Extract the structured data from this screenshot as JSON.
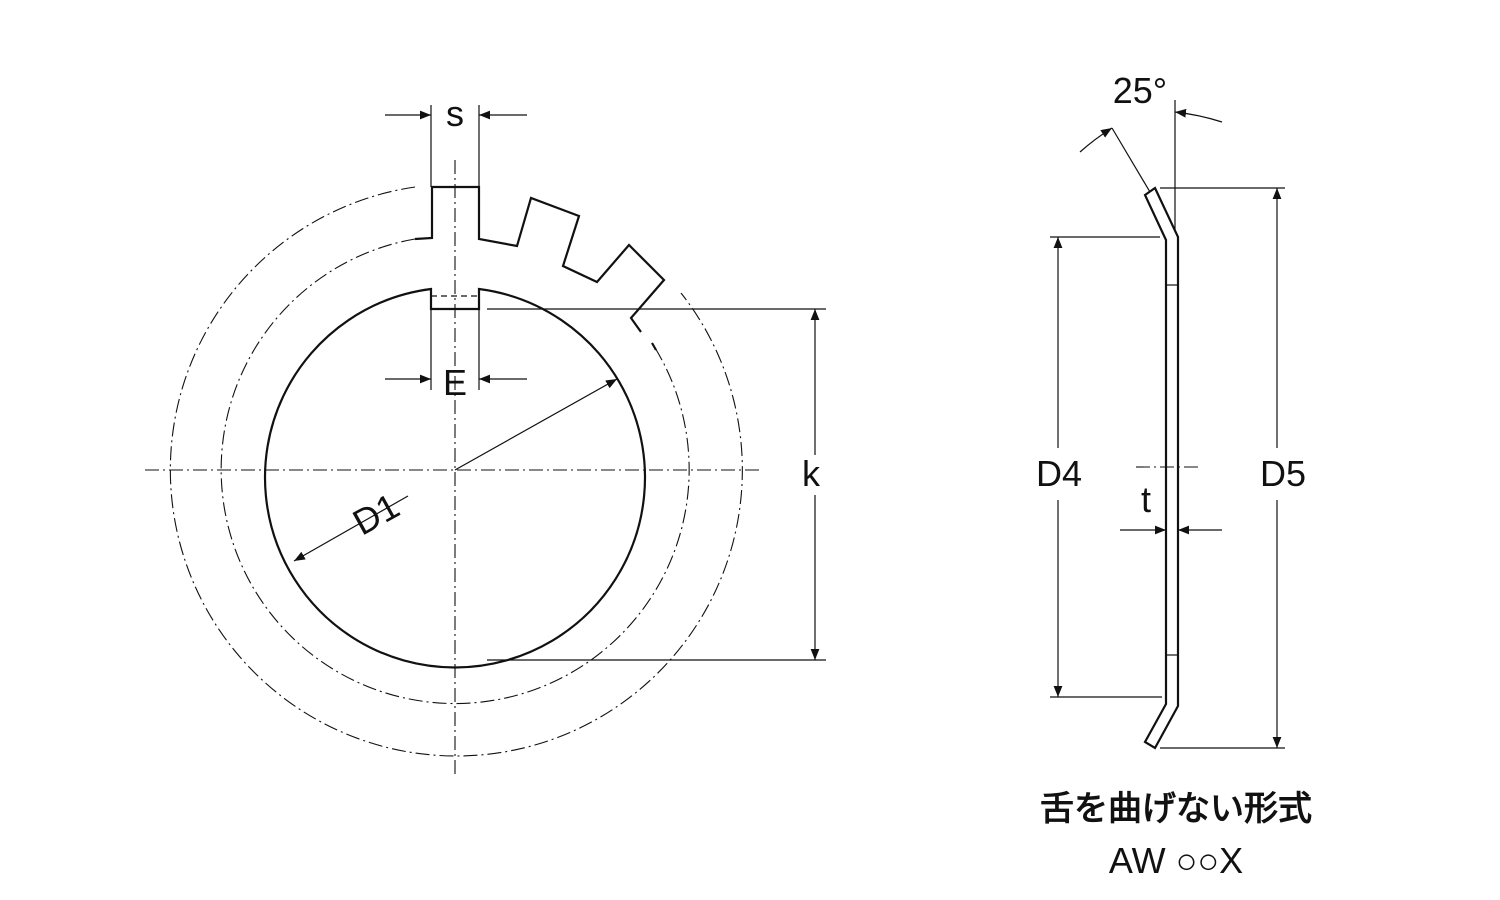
{
  "front_view": {
    "labels": {
      "slot_width": "s",
      "tab_width": "E",
      "bore_diameter": "D1",
      "tab_height": "k"
    }
  },
  "side_view": {
    "labels": {
      "angle": "25°",
      "inner_diameter": "D4",
      "outer_diameter": "D5",
      "thickness": "t"
    },
    "caption": {
      "title": "舌を曲げない形式",
      "code": "AW ○○X"
    }
  },
  "colors": {
    "line": "#111111",
    "section_fill": "#c8c8c8",
    "background": "#ffffff"
  }
}
